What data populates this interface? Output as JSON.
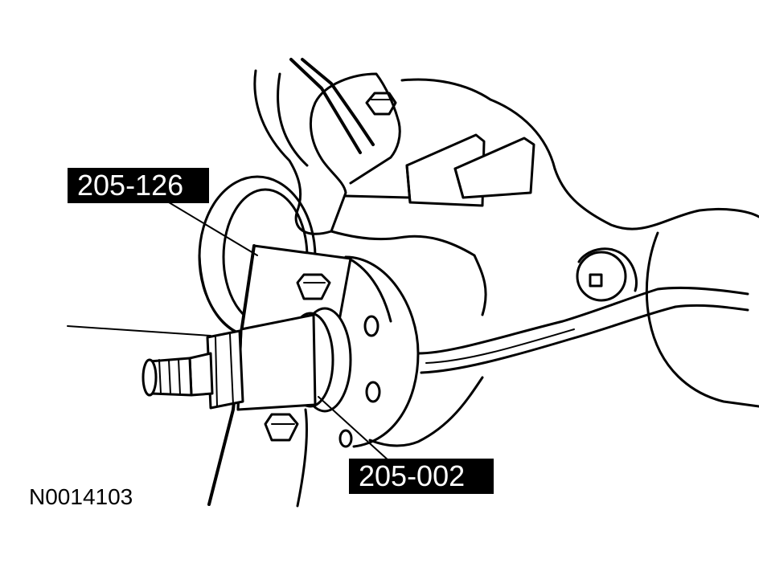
{
  "callouts": {
    "tool_1": "205-126",
    "tool_2": "205-002"
  },
  "figure_id": "N0014103",
  "colors": {
    "line": "#000000",
    "background": "#ffffff",
    "label_bg": "#000000",
    "label_text": "#ffffff"
  }
}
